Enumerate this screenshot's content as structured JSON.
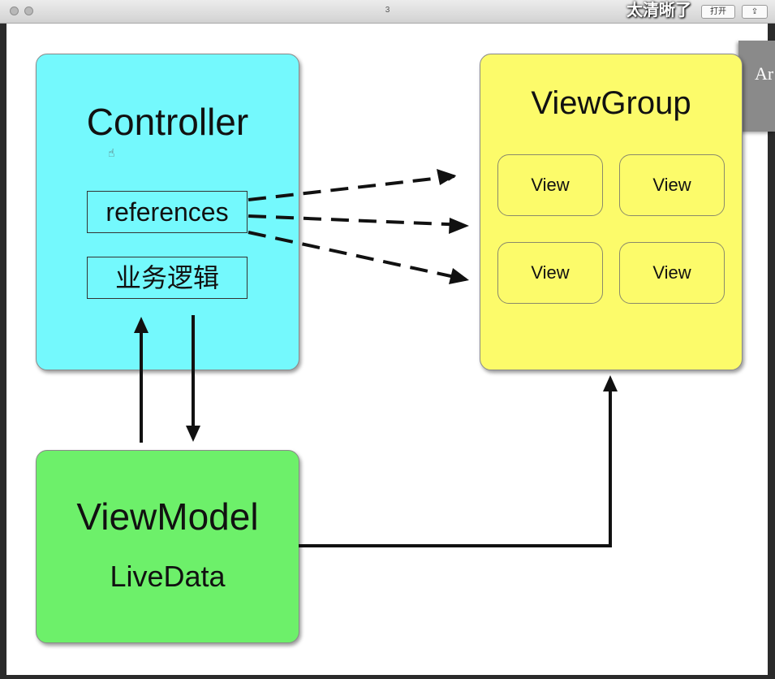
{
  "window": {
    "title": "3",
    "open_button": "打开",
    "share_icon": "share-icon"
  },
  "overlay_caption": "太清晰了",
  "side_tab_text": "Ar",
  "diagram": {
    "controller": {
      "title": "Controller",
      "references": "references",
      "business_logic": "业务逻辑"
    },
    "viewgroup": {
      "title": "ViewGroup",
      "views": [
        "View",
        "View",
        "View",
        "View"
      ]
    },
    "viewmodel": {
      "title": "ViewModel",
      "subtitle": "LiveData"
    }
  },
  "colors": {
    "controller_fill": "#74f9fd",
    "viewgroup_fill": "#fcfb6a",
    "viewmodel_fill": "#6df06a",
    "arrow": "#111111"
  }
}
